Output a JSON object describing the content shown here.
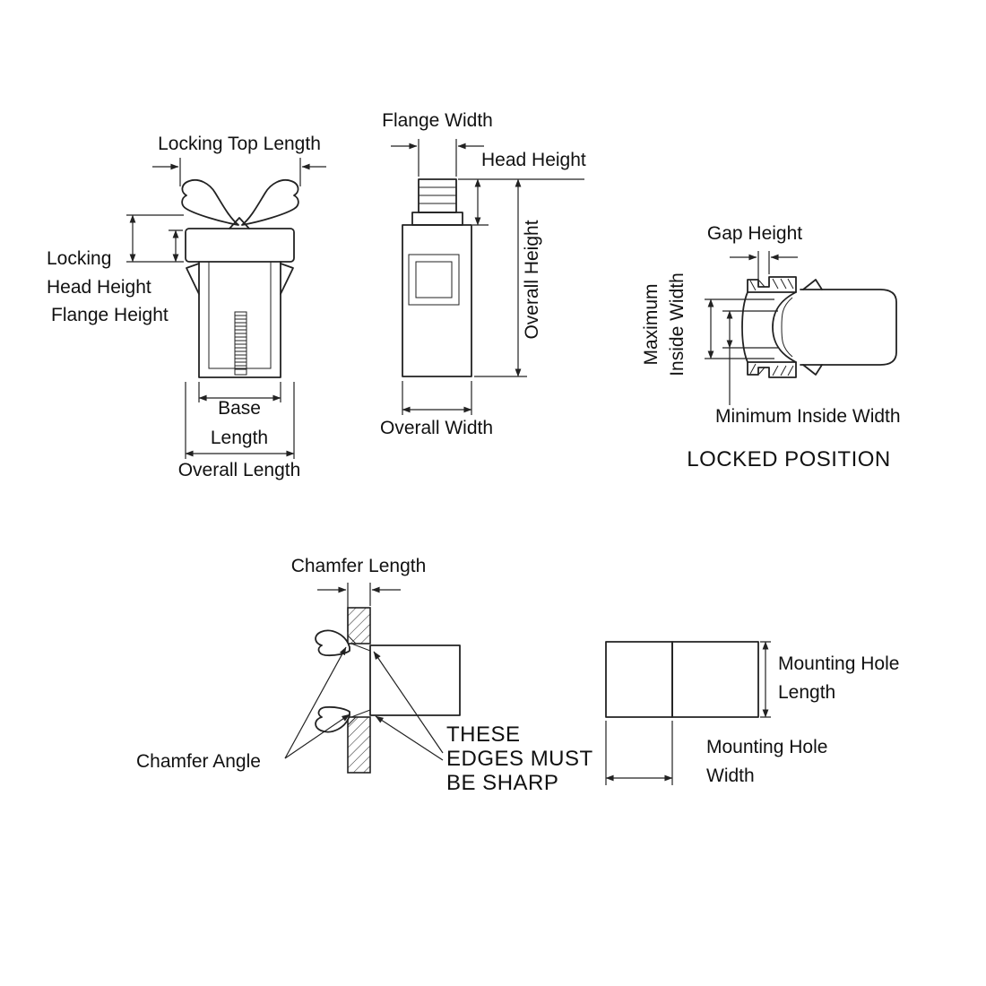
{
  "front": {
    "locking_top_length": "Locking Top Length",
    "locking_head_line1": "Locking",
    "locking_head_line2": "Head Height",
    "flange_height": "Flange Height",
    "base_line1": "Base",
    "base_line2": "Length",
    "overall_length": "Overall Length"
  },
  "side": {
    "flange_width": "Flange Width",
    "head_height": "Head Height",
    "overall_height": "Overall Height",
    "overall_width": "Overall Width"
  },
  "locked": {
    "gap_height": "Gap Height",
    "max_inside_line1": "Maximum",
    "max_inside_line2": "Inside Width",
    "min_inside_width": "Minimum Inside Width",
    "caption": "LOCKED POSITION"
  },
  "chamfer": {
    "chamfer_length": "Chamfer Length",
    "chamfer_angle": "Chamfer Angle",
    "sharp_line1": "THESE",
    "sharp_line2": "EDGES MUST",
    "sharp_line3": "BE SHARP"
  },
  "hole": {
    "length_line1": "Mounting Hole",
    "length_line2": "Length",
    "width_line1": "Mounting Hole",
    "width_line2": "Width"
  },
  "colors": {
    "line": "#222222",
    "text": "#111111",
    "background": "#ffffff"
  }
}
